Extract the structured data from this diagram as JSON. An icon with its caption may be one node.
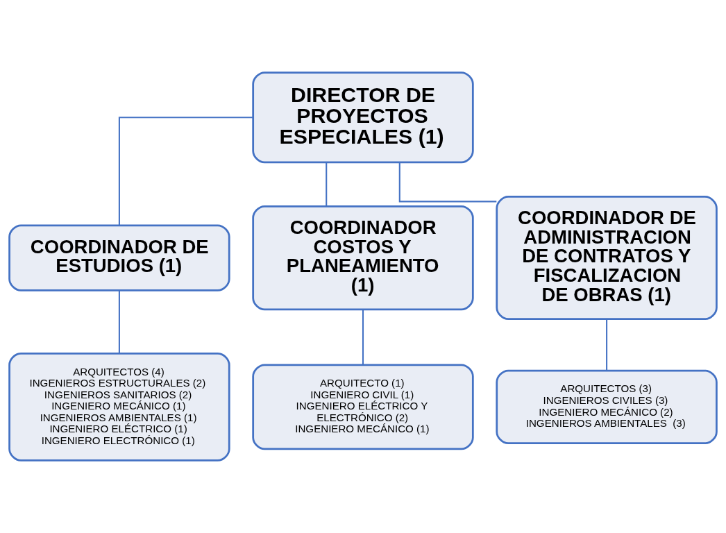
{
  "diagram": {
    "nodes": [
      {
        "text": [
          "DIRECTOR DE PROYECTOS ESPECIALES (1)"
        ]
      },
      {
        "text": [
          "COORDINADOR DE ESTUDIOS (1)"
        ]
      },
      {
        "text": [
          "COORDINADOR COSTOS Y PLANEAMIENTO (1)"
        ]
      },
      {
        "text": [
          "COORDINADOR DE ADMINISTRACION DE CONTRATOS Y FISCALIZACION DE OBRAS (1)"
        ]
      },
      {
        "text": [
          "ARQUITECTOS (4)",
          "INGENIEROS ESTRUCTURALES (2)",
          "INGENIEROS SANITARIOS (2)",
          "INGENIERO MECÁNICO (1)",
          "INGENIEROS AMBIENTALES (1)",
          "INGENIERO ELÉCTRICO (1)",
          "INGENIERO ELECTRÓNICO (1)"
        ]
      },
      {
        "text": [
          "ARQUITECTO (1)",
          "INGENIERO CIVIL (1)",
          "INGENIERO ELÉCTRICO Y ELECTRÓNICO (2)",
          "INGENIERO MECÁNICO (1)"
        ]
      },
      {
        "text": [
          "ARQUITECTOS (3)",
          "INGENIEROS CIVILES (3)",
          "INGENIERO MECÁNICO (2)",
          "INGENIEROS AMBIENTALES  (3)"
        ]
      }
    ],
    "edges": [
      {
        "from": 0,
        "to": 1,
        "arrow": "none"
      },
      {
        "from": 0,
        "to": 2,
        "arrow": "none"
      },
      {
        "from": 0,
        "to": 3,
        "arrow": "none"
      },
      {
        "from": 1,
        "to": 4,
        "arrow": "none"
      },
      {
        "from": 2,
        "to": 5,
        "arrow": "none"
      },
      {
        "from": 3,
        "to": 6,
        "arrow": "none"
      }
    ]
  }
}
